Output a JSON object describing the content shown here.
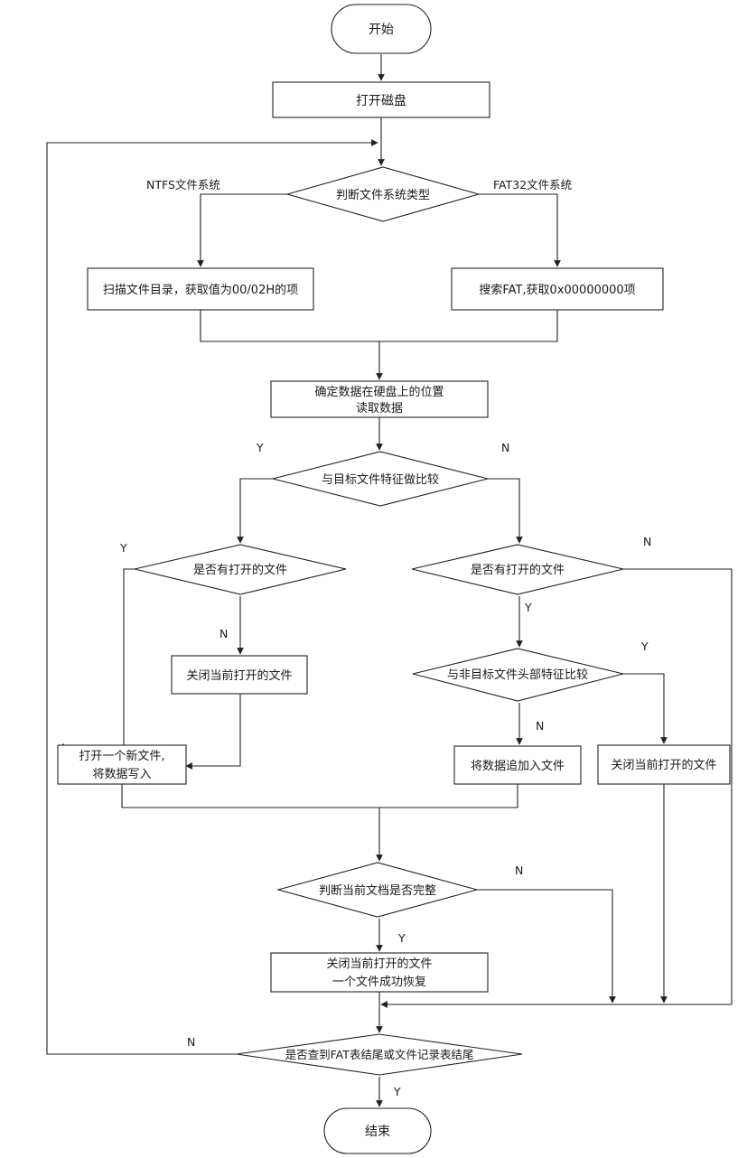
{
  "flowchart": {
    "start": "开始",
    "open_disk": "打开磁盘",
    "judge_fs": "判断文件系统类型",
    "ntfs_label": "NTFS文件系统",
    "fat_label": "FAT32文件系统",
    "scan_dir": "扫描文件目录，获取值为00/02H的项",
    "search_fat": "搜索FAT,获取0x00000000项",
    "locate_1": "确定数据在硬盘上的位置",
    "locate_2": "读取数据",
    "compare_target": "与目标文件特征做比较",
    "has_open_left": "是否有打开的文件",
    "has_open_right": "是否有打开的文件",
    "close_current_1": "关闭当前打开的文件",
    "open_new_1": "打开一个新文件,",
    "open_new_2": "将数据写入",
    "compare_nontarget": "与非目标文件头部特征比较",
    "append_data": "将数据追加入文件",
    "close_current_2": "关闭当前打开的文件",
    "judge_complete": "判断当前文档是否完整",
    "close_recover_1": "关闭当前打开的文件",
    "close_recover_2": "一个文件成功恢复",
    "check_end": "是否查到FAT表结尾或文件记录表结尾",
    "end": "结束",
    "yes": "Y",
    "no": "N"
  }
}
